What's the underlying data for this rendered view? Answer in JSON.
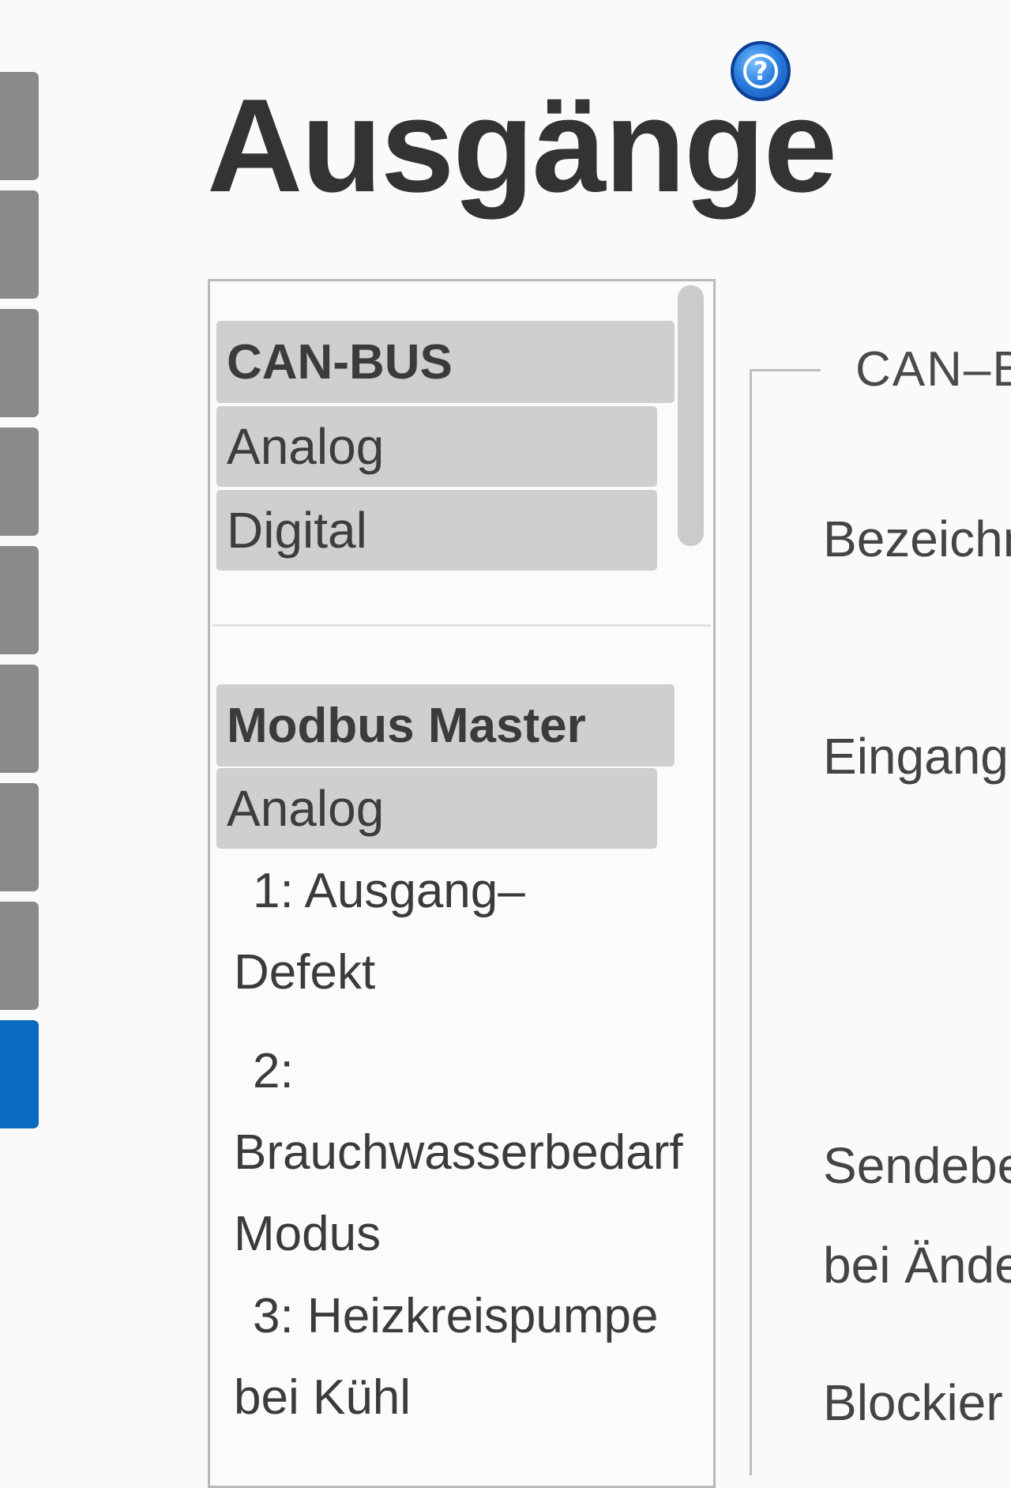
{
  "page": {
    "title": "Ausgänge"
  },
  "help": {
    "icon": "help-icon",
    "glyph": "?"
  },
  "sidenav": {
    "tab_count": 9,
    "active_index": 8,
    "colors": {
      "inactive": "#8a8a8a",
      "active": "#0a6abf"
    }
  },
  "list": {
    "groups": [
      {
        "header": "CAN-BUS",
        "items": [
          "Analog",
          "Digital"
        ]
      },
      {
        "header": "Modbus Master",
        "items": [
          "Analog"
        ],
        "outputs": [
          {
            "line1": "1: Ausgang–",
            "line2": "Defekt"
          },
          {
            "line1": "2:",
            "line2": "Brauchwasserbedarf",
            "line3": "Modus"
          },
          {
            "line1": "3: Heizkreispumpe",
            "line2": "bei Kühl"
          }
        ]
      }
    ]
  },
  "details": {
    "legend": "CAN–B",
    "labels": {
      "name": "Bezeichn",
      "input": "Eingang",
      "send_1": "Sendebe",
      "send_2": "bei Ände",
      "block": "Blockier"
    }
  }
}
